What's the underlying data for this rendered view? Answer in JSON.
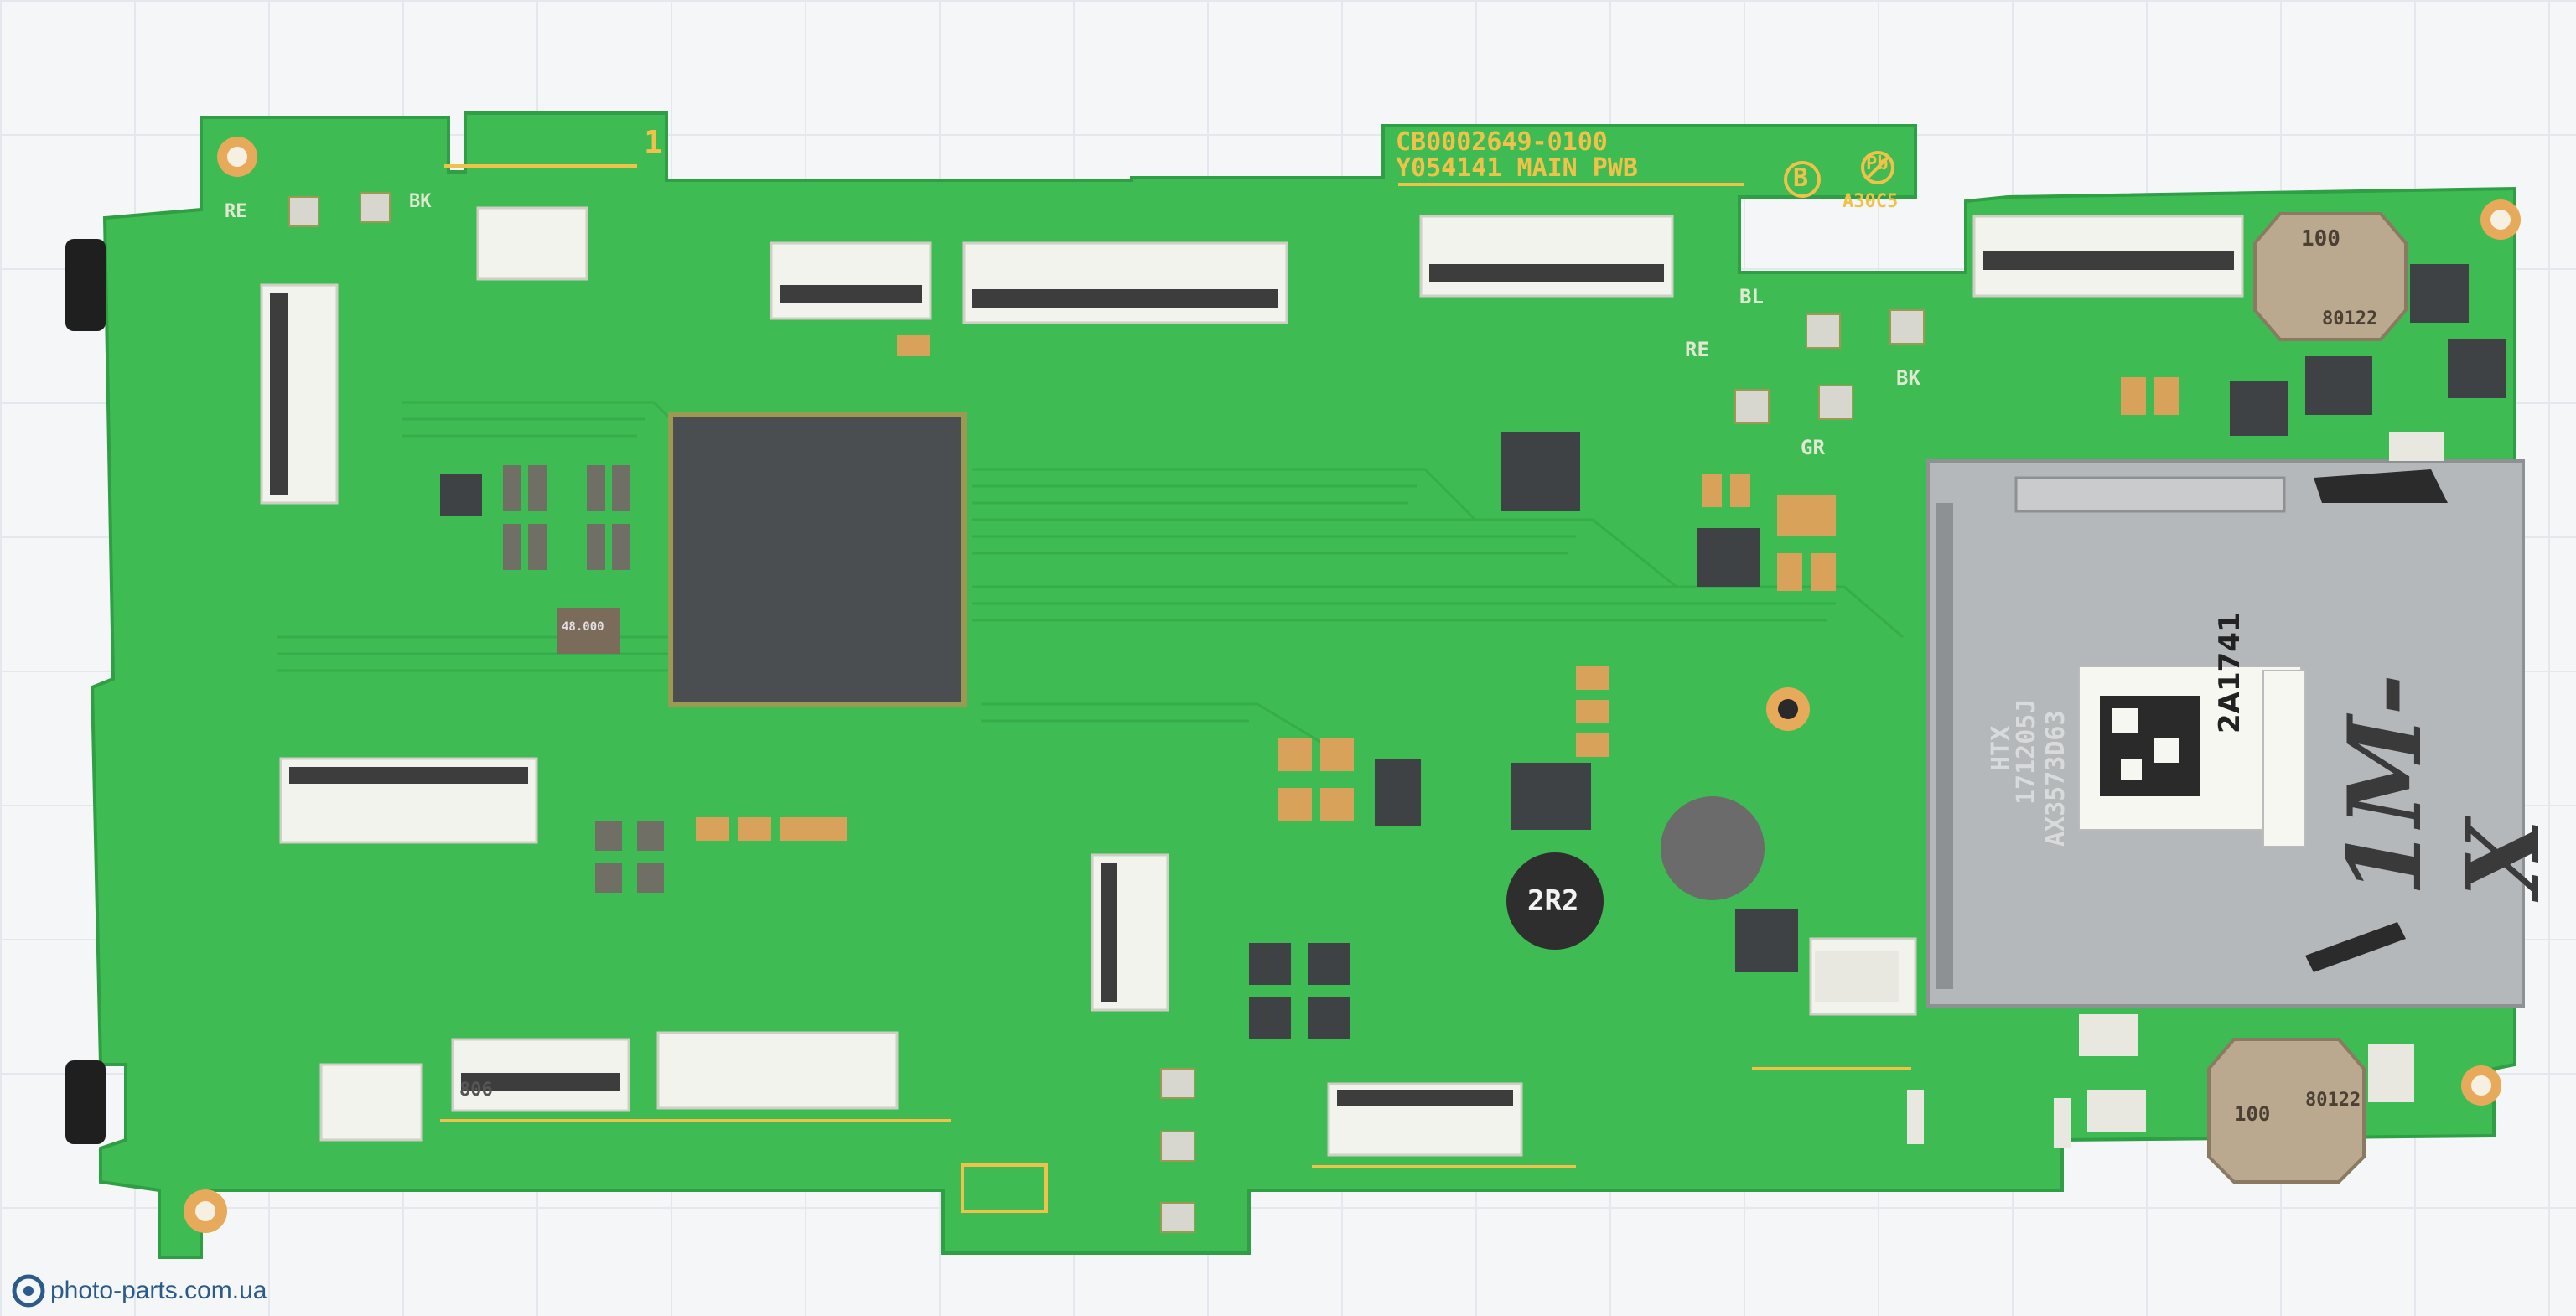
{
  "image": {
    "subject": "Camera main PCB",
    "colors": {
      "board": "#3fbb53",
      "board_dark": "#34a548",
      "silkscreen": "#f1c24a",
      "chip": "#4a4e50",
      "pad_gold": "#d9a25a",
      "connector_white": "#f3f3ee",
      "card_slot": "#b5b8ba",
      "background": "#f4f6f8",
      "watermark": "#2b5b8a"
    }
  },
  "silkscreen": {
    "part_number": "CB0002649-0100",
    "board_name": "Y054141 MAIN PWB",
    "rev_mark": "B",
    "pb_mark": "Pb",
    "code": "A30C5",
    "pin_one": "1",
    "bl": "BL",
    "re": "RE",
    "bk": "BK",
    "gr": "GR",
    "conn_806": "806"
  },
  "components": {
    "inductor_top_label": "100",
    "inductor_top_code": "80122",
    "inductor_bottom_label": "100",
    "inductor_bottom_code": "80122",
    "inductor_center": "2R2",
    "crystal": "48.000"
  },
  "labels": {
    "sticker_number": "2A1741",
    "card_marking_1": "HTX",
    "card_marking_2": "171205J",
    "card_marking_3": "AX3573D63",
    "handwriting": "1M-X"
  },
  "watermark": {
    "text": "photo-parts.com.ua",
    "icon": "photo-parts-logo-icon"
  }
}
